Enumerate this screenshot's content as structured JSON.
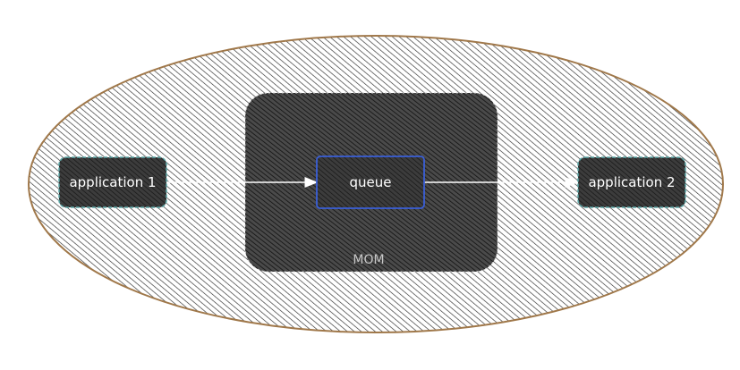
{
  "diagram": {
    "nodes": {
      "app1": {
        "label": "application 1",
        "stroke": "#5aa6a6"
      },
      "queue": {
        "label": "queue",
        "stroke": "#3a5fd8"
      },
      "app2": {
        "label": "application 2",
        "stroke": "#5aa6a6"
      }
    },
    "mom": {
      "label": "MOM",
      "fill": "#3a3a3a"
    },
    "outer": {
      "stroke": "#a0784a"
    },
    "edges": [
      {
        "from": "application 1",
        "to": "queue"
      },
      {
        "from": "queue",
        "to": "application 2"
      }
    ]
  }
}
